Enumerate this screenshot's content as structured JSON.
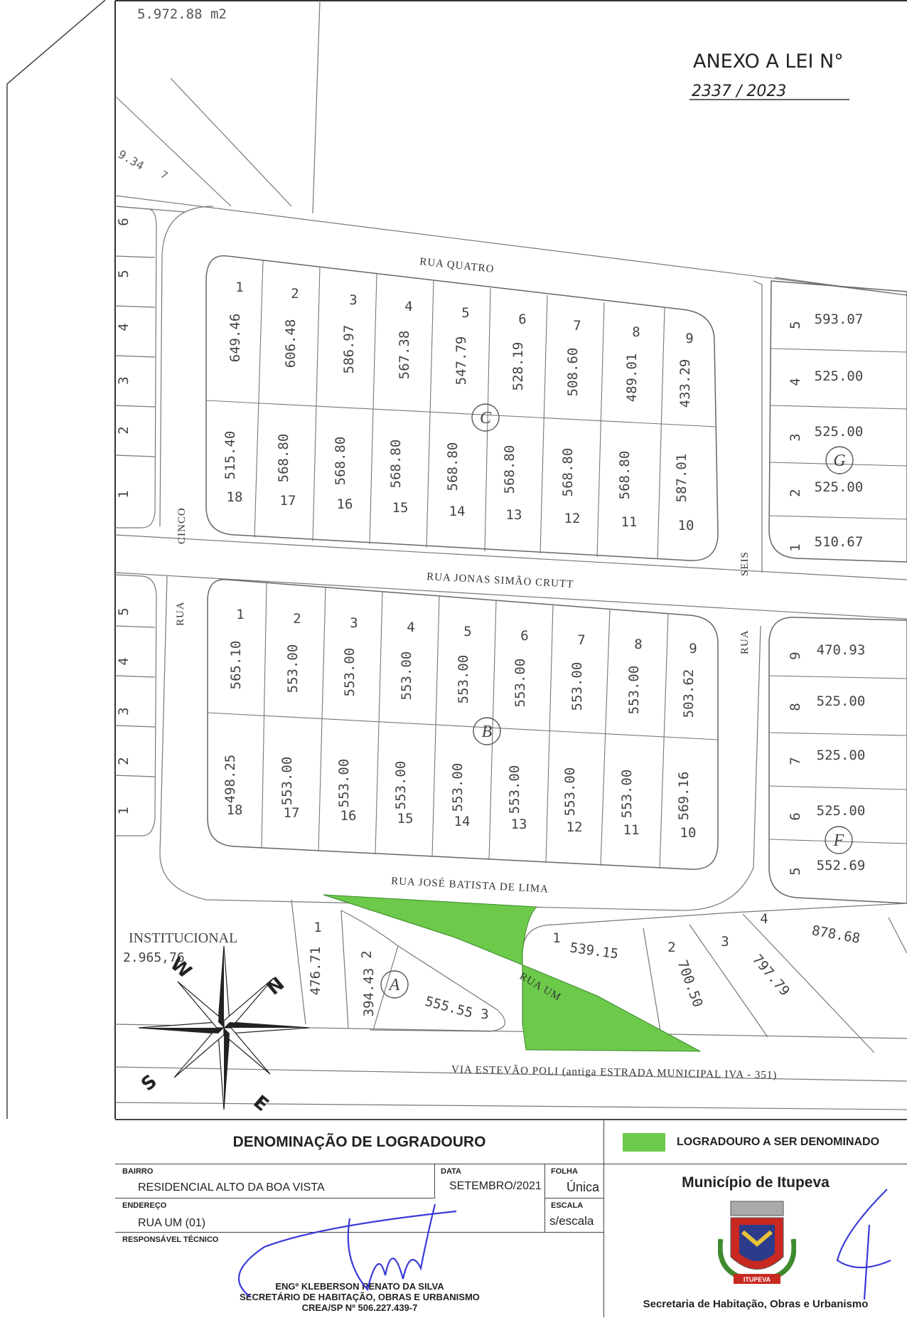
{
  "map": {
    "top_area": "5.972.88  m2",
    "annex_title": "ANEXO A LEI N°",
    "annex_number": "2337 / 2023",
    "left_parcel": "9.34",
    "left_parcel_suffix": "7",
    "institutional_label": "INSTITUCIONAL",
    "institutional_area": "2.965,76",
    "streets": {
      "rua_quatro": "RUA QUATRO",
      "rua_jonas": "RUA JONAS SIMÃO CRUTT",
      "rua_jose": "RUA   JOSÉ BATISTA DE LIMA",
      "rua_cinco_a": "CINCO",
      "rua_cinco_b": "RUA",
      "rua_seis_a": "SEIS",
      "rua_seis_b": "RUA",
      "rua_um": "RUA UM",
      "via": "VIA ESTEVÃO POLI (antiga ESTRADA MUNICIPAL IVA - 351)"
    },
    "blocks": {
      "C": {
        "label": "C",
        "top_lots": [
          {
            "n": "1",
            "area": "649.46"
          },
          {
            "n": "2",
            "area": "606.48"
          },
          {
            "n": "3",
            "area": "586.97"
          },
          {
            "n": "4",
            "area": "567.38"
          },
          {
            "n": "5",
            "area": "547.79"
          },
          {
            "n": "6",
            "area": "528.19"
          },
          {
            "n": "7",
            "area": "508.60"
          },
          {
            "n": "8",
            "area": "489.01"
          },
          {
            "n": "9",
            "area": "433.29"
          }
        ],
        "bottom_lots": [
          {
            "n": "18",
            "area": "515.40"
          },
          {
            "n": "17",
            "area": "568.80"
          },
          {
            "n": "16",
            "area": "568.80"
          },
          {
            "n": "15",
            "area": "568.80"
          },
          {
            "n": "14",
            "area": "568.80"
          },
          {
            "n": "13",
            "area": "568.80"
          },
          {
            "n": "12",
            "area": "568.80"
          },
          {
            "n": "11",
            "area": "568.80"
          },
          {
            "n": "10",
            "area": "587.01"
          }
        ]
      },
      "B": {
        "label": "B",
        "top_lots": [
          {
            "n": "1",
            "area": "565.10"
          },
          {
            "n": "2",
            "area": "553.00"
          },
          {
            "n": "3",
            "area": "553.00"
          },
          {
            "n": "4",
            "area": "553.00"
          },
          {
            "n": "5",
            "area": "553.00"
          },
          {
            "n": "6",
            "area": "553.00"
          },
          {
            "n": "7",
            "area": "553.00"
          },
          {
            "n": "8",
            "area": "553.00"
          },
          {
            "n": "9",
            "area": "503.62"
          }
        ],
        "bottom_lots": [
          {
            "n": "18",
            "area": "498.25"
          },
          {
            "n": "17",
            "area": "553.00"
          },
          {
            "n": "16",
            "area": "553.00"
          },
          {
            "n": "15",
            "area": "553.00"
          },
          {
            "n": "14",
            "area": "553.00"
          },
          {
            "n": "13",
            "area": "553.00"
          },
          {
            "n": "12",
            "area": "553.00"
          },
          {
            "n": "11",
            "area": "553.00"
          },
          {
            "n": "10",
            "area": "569.16"
          }
        ]
      },
      "G": {
        "label": "G",
        "lots": [
          {
            "n": "5",
            "area": "593.07"
          },
          {
            "n": "4",
            "area": "525.00"
          },
          {
            "n": "3",
            "area": "525.00"
          },
          {
            "n": "2",
            "area": "525.00"
          },
          {
            "n": "1",
            "area": "510.67"
          }
        ]
      },
      "F": {
        "label": "F",
        "lots": [
          {
            "n": "9",
            "area": "470.93"
          },
          {
            "n": "8",
            "area": "525.00"
          },
          {
            "n": "7",
            "area": "525.00"
          },
          {
            "n": "6",
            "area": "525.00"
          },
          {
            "n": "5",
            "area": "552.69"
          }
        ]
      },
      "A": {
        "label": "A",
        "lots": [
          {
            "n": "1",
            "area": "476.71"
          },
          {
            "n": "2",
            "area": "394.43"
          },
          {
            "n": "3",
            "area": "555.55"
          }
        ]
      },
      "south": {
        "lots": [
          {
            "n": "1",
            "area": "539.15"
          },
          {
            "n": "2",
            "area": "700.50"
          },
          {
            "n": "3",
            "area": "797.79"
          },
          {
            "n": "4",
            "area": "878.68"
          }
        ]
      }
    },
    "left_edge_numbers": [
      "6",
      "5",
      "4",
      "3",
      "2",
      "1",
      "5",
      "4",
      "3",
      "2",
      "1"
    ],
    "compass": {
      "n": "N",
      "s": "S",
      "e": "E",
      "w": "W"
    },
    "green_color": "#6cc94a"
  },
  "legend": {
    "title": "DENOMINAÇÃO DE LOGRADOURO",
    "key_label": "LOGRADOURO A SER DENOMINADO",
    "bairro_label": "BAIRRO",
    "bairro_value": "RESIDENCIAL ALTO DA BOA VISTA",
    "data_label": "DATA",
    "data_value": "SETEMBRO/2021",
    "folha_label": "FOLHA",
    "folha_value": "Única",
    "endereco_label": "ENDEREÇO",
    "endereco_value": "RUA UM (01)",
    "escala_label": "ESCALA",
    "escala_value": "s/escala",
    "resp_label": "RESPONSÁVEL TÉCNICO",
    "resp_name": "ENGº KLEBERSON RENATO DA SILVA",
    "resp_dept": "SECRETÁRIO DE HABITAÇÃO, OBRAS E URBANISMO",
    "resp_crea": "CREA/SP Nº 506.227.439-7",
    "municipio": "Município de Itupeva",
    "secretaria": "Secretaria de Habitação, Obras e Urbanismo",
    "crest_text": "ITUPEVA"
  }
}
